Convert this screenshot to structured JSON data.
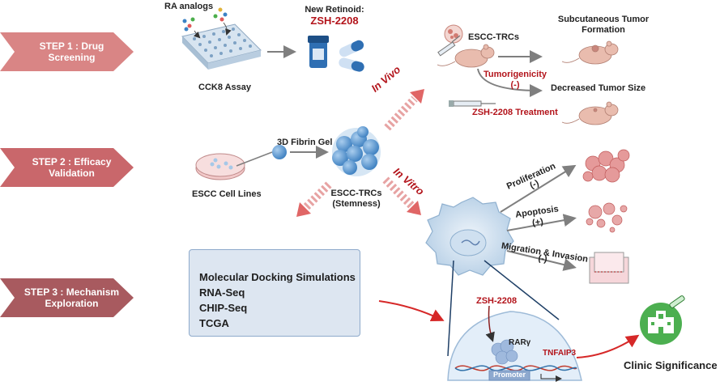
{
  "steps": [
    {
      "line1": "STEP 1 : Drug",
      "line2": "Screening"
    },
    {
      "line1": "STEP 2 : Efficacy",
      "line2": "Validation"
    },
    {
      "line1": "STEP 3 : Mechanism",
      "line2": "Exploration"
    }
  ],
  "screening": {
    "ra_analogs": "RA analogs",
    "cck8": "CCK8 Assay",
    "new_retinoid": "New Retinoid:",
    "compound": "ZSH-2208"
  },
  "in_vivo": {
    "label": "In Vivo",
    "escc_trcs": "ESCC-TRCs",
    "tumor_formation_1": "Subcutaneous Tumor",
    "tumor_formation_2": "Formation",
    "tumorigenicity": "Tumorigenicity",
    "tumorigenicity_sign": "(-)",
    "decreased": "Decreased Tumor Size",
    "treatment": "ZSH-2208 Treatment"
  },
  "validation": {
    "cell_lines": "ESCC Cell Lines",
    "fibrin_gel": "3D Fibrin Gel",
    "stemness_1": "ESCC-TRCs",
    "stemness_2": "(Stemness)"
  },
  "in_vitro": {
    "label": "In Vitro",
    "proliferation": "Proliferation",
    "proliferation_sign": "(-)",
    "apoptosis": "Apoptosis",
    "apoptosis_sign": "(+)",
    "migration": "Migration & Invasion",
    "migration_sign": "(-)"
  },
  "mechanism": {
    "methods": [
      "Molecular Docking Simulations",
      "RNA-Seq",
      "CHIP-Seq",
      "TCGA"
    ],
    "compound": "ZSH-2208",
    "receptor": "RARγ",
    "gene": "TNFAIP3",
    "promoter": "Promoter",
    "clinic": "Clinic Significance"
  },
  "colors": {
    "step1": "#d98585",
    "step2": "#c9676b",
    "step3": "#a85a5f",
    "accent_red": "#b3141b",
    "organoid_blue": "#5b9bd5",
    "box_fill": "#dde6f1",
    "clinic_green": "#4caf50",
    "arrow_gray": "#7f7f7f"
  }
}
